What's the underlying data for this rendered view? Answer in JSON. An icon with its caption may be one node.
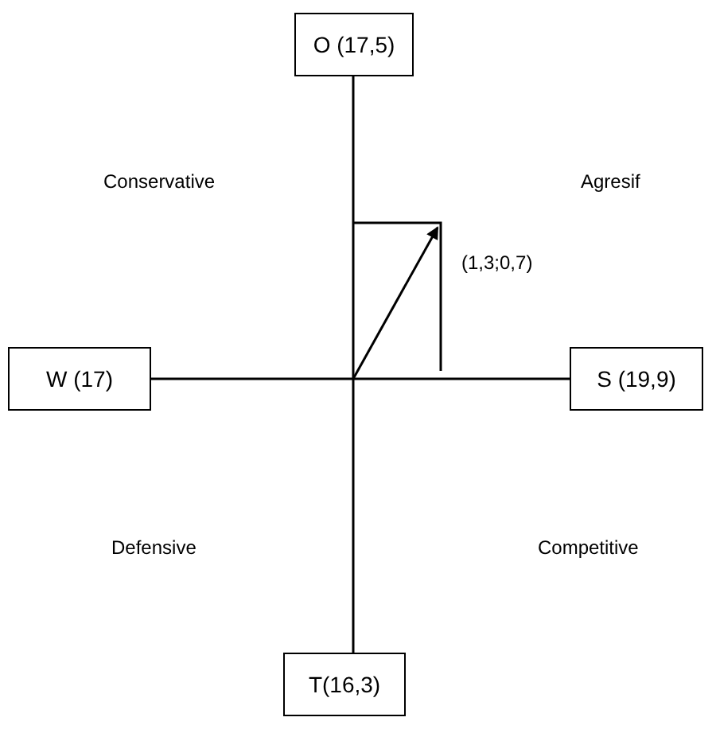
{
  "diagram": {
    "nodes": [
      {
        "text": [
          "O (17,5)"
        ]
      },
      {
        "text": [
          "W (17)"
        ]
      },
      {
        "text": [
          "S (19,9)"
        ]
      },
      {
        "text": [
          "T(16,3)"
        ]
      }
    ],
    "edges": [
      {
        "from": 0,
        "to": 3,
        "arrow": "none"
      },
      {
        "from": 1,
        "to": 2,
        "arrow": "none"
      }
    ],
    "labels": [
      "Conservative",
      "Agresif",
      "(1,3;0,7)",
      "Defensive",
      "Competitive"
    ]
  }
}
